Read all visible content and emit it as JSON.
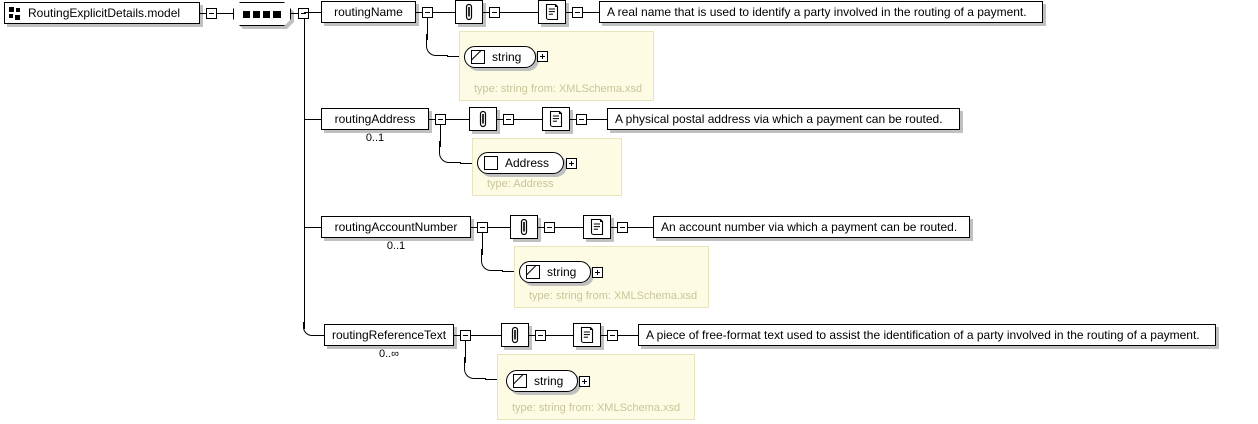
{
  "diagram": {
    "title": "RoutingExplicitDetails.model",
    "root": {
      "label": "RoutingExplicitDetails.model",
      "icon": "model-group-icon"
    },
    "compositor": {
      "kind": "sequence",
      "icon": "sequence-compositor-icon"
    },
    "icons": {
      "annotation": "paperclip-icon",
      "documentation": "document-icon",
      "simple_type": "simple-type-icon",
      "complex_type": "complex-type-icon",
      "collapse": "collapse-toggle-icon",
      "expand": "expand-toggle-icon"
    },
    "colors": {
      "panel_background": "#fdfbe3",
      "panel_border": "#e8e4bb",
      "panel_text": "#c9c59a",
      "node_background": "#ffffff",
      "node_border": "#000000",
      "shadow": "#c0c0c0",
      "canvas": "#ffffff"
    },
    "elements": [
      {
        "name": "routingName",
        "cardinality": "",
        "documentation": "A real name that is used to identify a party involved in the routing of a payment.",
        "type_label": "string",
        "type_kind": "simple",
        "type_info": "type: string from: XMLSchema.xsd"
      },
      {
        "name": "routingAddress",
        "cardinality": "0..1",
        "documentation": "A physical postal address via which a payment can be routed.",
        "type_label": "Address",
        "type_kind": "complex",
        "type_info": "type: Address"
      },
      {
        "name": "routingAccountNumber",
        "cardinality": "0..1",
        "documentation": "An account number via which a payment can be routed.",
        "type_label": "string",
        "type_kind": "simple",
        "type_info": "type: string from: XMLSchema.xsd"
      },
      {
        "name": "routingReferenceText",
        "cardinality": "0..∞",
        "documentation": "A piece of free-format text used to assist the identification of a party involved in the routing of a payment.",
        "type_label": "string",
        "type_kind": "simple",
        "type_info": "type: string from: XMLSchema.xsd"
      }
    ]
  }
}
